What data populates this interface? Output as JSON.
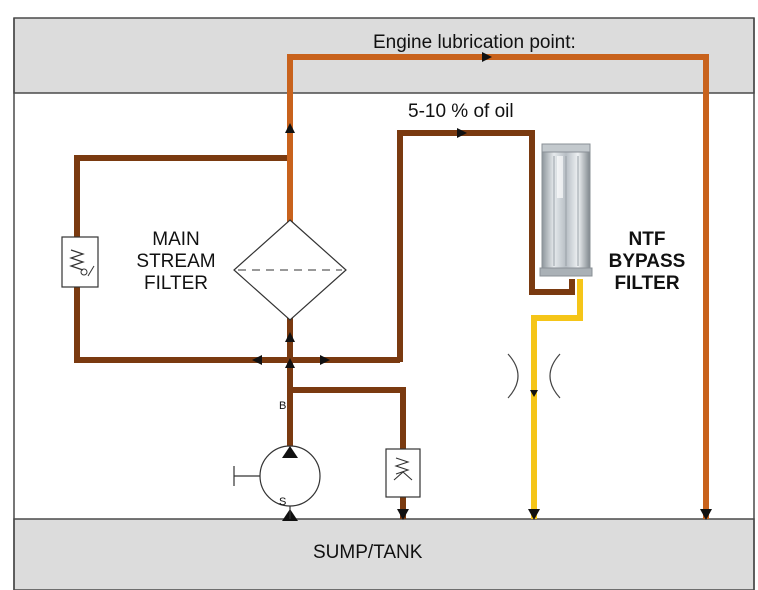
{
  "colors": {
    "band_fill": "#dcdcdc",
    "frame_stroke": "#4a4a4a",
    "main_line": "#7a3a10",
    "lube_line": "#c8621c",
    "bypass_return": "#f5c518",
    "ntf_text": "#1f7a1f",
    "outer_bg": "#c9d4de"
  },
  "labels": {
    "engine_lubrication": "Engine lubrication point:",
    "oil_fraction": "5-10 % of oil",
    "main_stream_filter": [
      "MAIN",
      "STREAM",
      "FILTER"
    ],
    "ntf_bypass_filter": [
      "NTF",
      "BYPASS",
      "FILTER"
    ],
    "sump_tank": "SUMP/TANK",
    "port_b": "B",
    "port_s": "S"
  },
  "icons": {
    "main_filter": "filter-diamond-symbol",
    "relief_valve": "spring-check-valve-symbol",
    "pump": "hydraulic-pump-symbol",
    "restrictor": "flow-restrictor-symbol",
    "tank_return_valve": "spring-valve-symbol",
    "ntf_canister": "bypass-filter-canister"
  }
}
